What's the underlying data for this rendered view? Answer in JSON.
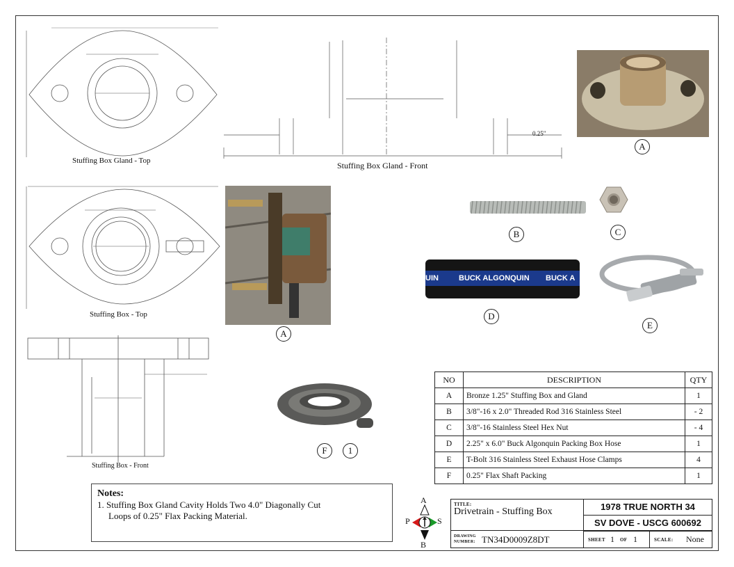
{
  "drawings": {
    "gland_top": {
      "caption": "Stuffing Box Gland - Top"
    },
    "gland_front": {
      "caption": "Stuffing Box Gland - Front",
      "dim_right": "0.25\""
    },
    "box_top": {
      "caption": "Stuffing Box - Top"
    },
    "box_front": {
      "caption": "Stuffing Box - Front"
    }
  },
  "callouts": {
    "photo_gland": "A",
    "photo_box": "A",
    "rod": "B",
    "nut": "C",
    "hose": "D",
    "clamp": "E",
    "packing_f": "F",
    "packing_1": "1"
  },
  "hose_label": "BUCK ALGONQUIN",
  "hose_label_left": "UIN",
  "hose_label_right": "BUCK A",
  "bom": {
    "headers": {
      "no": "NO",
      "description": "DESCRIPTION",
      "qty": "QTY"
    },
    "rows": [
      {
        "no": "A",
        "description": "Bronze 1.25\" Stuffing Box and Gland",
        "qty": "1"
      },
      {
        "no": "B",
        "description": "3/8\"-16 x 2.0\" Threaded Rod 316 Stainless Steel",
        "qty": "- 2"
      },
      {
        "no": "C",
        "description": "3/8\"-16 Stainless Steel Hex Nut",
        "qty": "- 4"
      },
      {
        "no": "D",
        "description": "2.25\" x 6.0\" Buck Algonquin Packing Box Hose",
        "qty": "1"
      },
      {
        "no": "E",
        "description": "T-Bolt 316 Stainless Steel Exhaust Hose Clamps",
        "qty": "4"
      },
      {
        "no": "F",
        "description": "0.25\" Flax Shaft Packing",
        "qty": "1"
      }
    ]
  },
  "notes": {
    "heading": "Notes:",
    "line1": "1. Stuffing Box Gland Cavity Holds Two 4.0\" Diagonally Cut",
    "line2": "Loops of 0.25\" Flax Packing Material."
  },
  "compass": {
    "top": "A",
    "bottom": "B",
    "left": "P",
    "right": "S"
  },
  "title_block": {
    "title_label": "TITLE:",
    "title": "Drivetrain - Stuffing Box",
    "boat": "1978 TRUE NORTH 34",
    "vessel": "SV DOVE - USCG 600692",
    "drawing_number_label_1": "DRAWING",
    "drawing_number_label_2": "NUMBER:",
    "drawing_number": "TN34D0009Z8DT",
    "sheet_label": "SHEET",
    "sheet_no": "1",
    "of_label": "OF",
    "sheet_total": "1",
    "scale_label": "SCALE:",
    "scale": "None"
  },
  "colors": {
    "compass_left": "#d61a1a",
    "compass_right": "#1a9a2a",
    "hose_band": "#1b3a8c"
  }
}
